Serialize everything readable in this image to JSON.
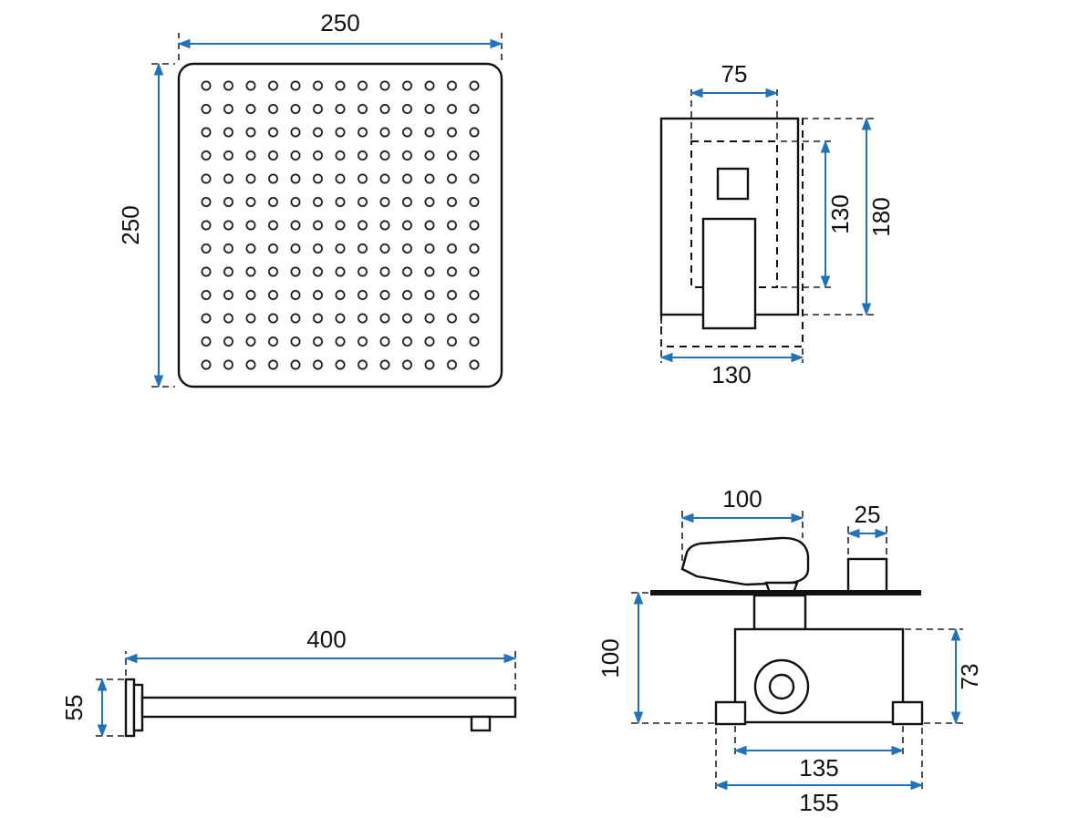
{
  "diagram": {
    "type": "technical-drawing",
    "views": {
      "shower_head": {
        "width": "250",
        "height": "250"
      },
      "mixer_front": {
        "inner_width": "75",
        "inner_height": "130",
        "plate_height": "180",
        "plate_width": "130"
      },
      "shower_arm": {
        "length": "400",
        "flange_height": "55"
      },
      "mixer_side": {
        "handle_length": "100",
        "outlet_width": "25",
        "depth": "100",
        "body_height": "73",
        "body_width": "135",
        "base_width": "155"
      }
    },
    "colors": {
      "dimension_line": "#2272b8",
      "drawing_line": "#111111",
      "text": "#111111",
      "background": "#ffffff"
    }
  }
}
